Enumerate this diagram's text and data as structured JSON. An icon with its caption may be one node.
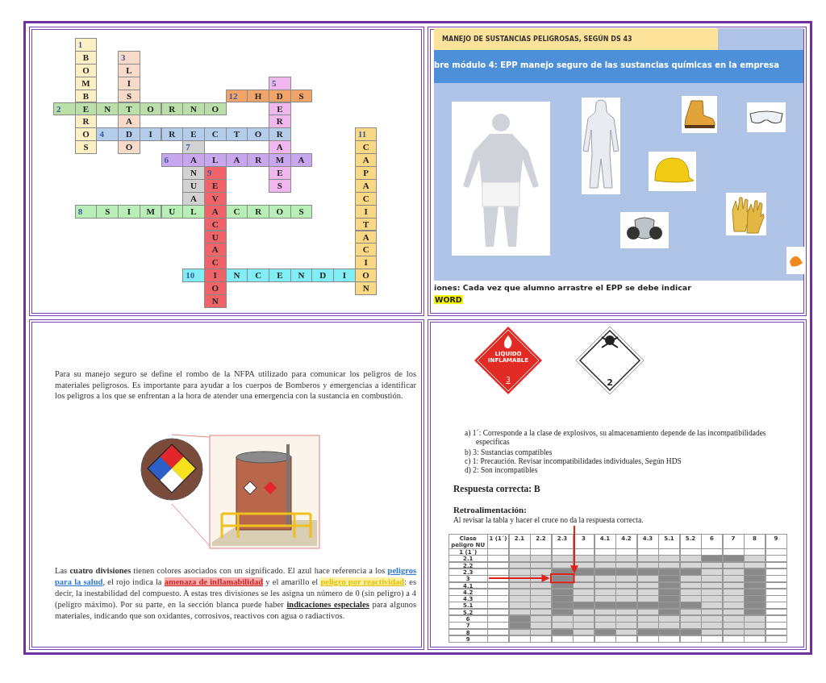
{
  "diagram": {
    "nodes": [
      {
        "text": [
          "LIQUIDO INFLAMABLE",
          "3"
        ]
      },
      {
        "text": [
          "2"
        ]
      }
    ],
    "labels": [
      "1",
      "B",
      "3",
      "O",
      "L",
      "M",
      "I",
      "5",
      "B",
      "S",
      "12",
      "H",
      "D",
      "S",
      "2",
      "E",
      "N",
      "T",
      "O",
      "R",
      "N",
      "O",
      "E",
      "R",
      "A",
      "R",
      "O",
      "4",
      "D",
      "I",
      "R",
      "E",
      "C",
      "T",
      "O",
      "R",
      "11",
      "S",
      "O",
      "7",
      "A",
      "C",
      "6",
      "A",
      "L",
      "A",
      "R",
      "M",
      "A",
      "A",
      "N",
      "9",
      "E",
      "P",
      "U",
      "E",
      "S",
      "A",
      "A",
      "V",
      "C",
      "8",
      "S",
      "I",
      "M",
      "U",
      "L",
      "A",
      "C",
      "R",
      "O",
      "S",
      "I",
      "C",
      "T",
      "U",
      "A",
      "A",
      "C",
      "C",
      "I",
      "10",
      "I",
      "N",
      "C",
      "E",
      "N",
      "D",
      "I",
      "O",
      "O",
      "N",
      "N",
      "MANEJO DE SUSTANCIAS PELIGROSAS, SEGÚN DS 43",
      "bre módulo 4: EPP manejo seguro de las sustancias químicas en la empresa",
      "iones: Cada vez que alumno arrastre el EPP se debe indicar",
      "WORD",
      "Para su manejo seguro se define el rombo de la NFPA utilizado para comunicar los peligros de los materiales peligrosos. Es importante para ayudar a los cuerpos de Bomberos y emergencias a identificar los peligros a los que se enfrentan a la hora de atender una emergencia con la sustancia en combustión.",
      "Las **cuatro divisiones** tienen colores asociados con un significado. El azul hace referencia a los **peligros para la salud**, el rojo indica la **amenaza de inflamabilidad** y el amarillo el **peligro por reactividad**: es decir, la inestabilidad del compuesto. A estas tres divisiones se les asigna un número de 0 (sin peligro) a 4 (peligro máximo). Por su parte, en la sección blanca puede haber **indicaciones especiales** para algunos materiales, indicando que son oxidantes, corrosivos, reactivos con agua o radiactivos.",
      "a) 1´: Corresponde a la clase de explosivos, su almacenamiento depende de las incompatibilidades especificas",
      "b) 3: Sustancias compatibles",
      "c) 1: Precaución. Revisar incompatibilidades individuales, Según HDS",
      "d) 2: Son incompatibles",
      "Respuesta correcta: B",
      "Retroalimentación:",
      "Al revisar la tabla y hacer el cruce no da la respuesta correcta.",
      "Clase peligro NU",
      "1 (1´)",
      "2.1",
      "2.2",
      "2.3",
      "3",
      "4.1",
      "4.2",
      "4.3",
      "5.1",
      "5.2",
      "6",
      "7",
      "8",
      "9",
      "1 (1´)",
      "2.1",
      "2.2",
      "2.3",
      "3",
      "4.1",
      "4.2",
      "4.3",
      "5.1",
      "5.2",
      "6",
      "7",
      "8",
      "9"
    ]
  }
}
